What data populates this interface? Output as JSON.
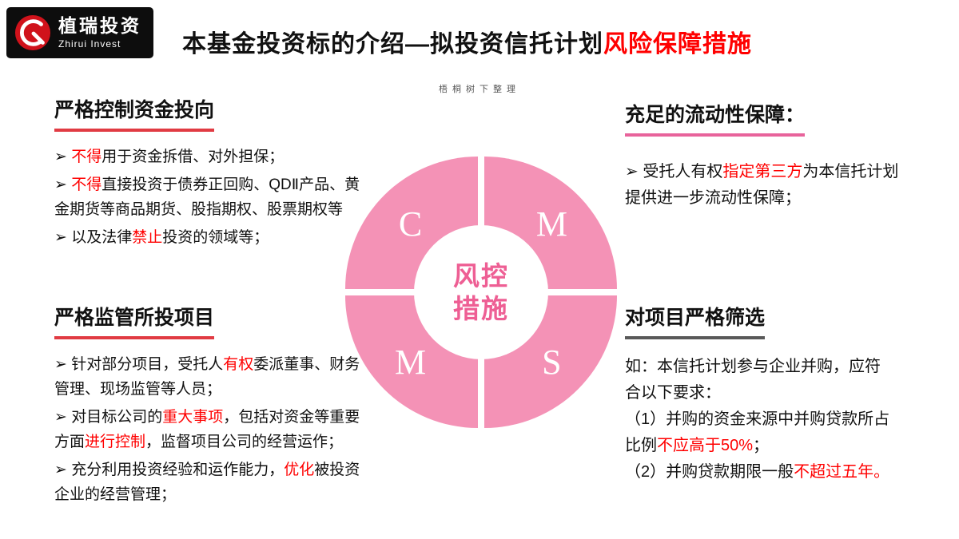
{
  "logo": {
    "name": "植瑞投资",
    "subtitle": "Zhirui Invest"
  },
  "title": {
    "main": "本基金投资标的介绍—拟投资信托计划",
    "highlight": "风险保障措施"
  },
  "watermark": "梧桐树下整理",
  "colors": {
    "quadrant_pink": "#f492b6",
    "center_label_pink": "#ee5f94",
    "emphasis_red": "#ff0000"
  },
  "left": {
    "section1": {
      "heading": "严格控制资金投向",
      "bullets": [
        [
          {
            "t": "➢ ",
            "r": false
          },
          {
            "t": "不得",
            "r": true
          },
          {
            "t": "用于资金拆借、对外担保；",
            "r": false
          }
        ],
        [
          {
            "t": "➢ ",
            "r": false
          },
          {
            "t": "不得",
            "r": true
          },
          {
            "t": "直接投资于债券正回购、QDⅡ产品、黄金期货等商品期货、股指期权、股票期权等",
            "r": false
          }
        ],
        [
          {
            "t": "➢ 以及法律",
            "r": false
          },
          {
            "t": "禁止",
            "r": true
          },
          {
            "t": "投资的领域等；",
            "r": false
          }
        ]
      ]
    },
    "section2": {
      "heading": "严格监管所投项目",
      "bullets": [
        [
          {
            "t": "➢ 针对部分项目，受托人",
            "r": false
          },
          {
            "t": "有权",
            "r": true
          },
          {
            "t": "委派董事、财务管理、现场监管等人员；",
            "r": false
          }
        ],
        [
          {
            "t": "➢ 对目标公司的",
            "r": false
          },
          {
            "t": "重大事项",
            "r": true
          },
          {
            "t": "，包括对资金等重要方面",
            "r": false
          },
          {
            "t": "进行控制",
            "r": true
          },
          {
            "t": "，监督项目公司的经营运作；",
            "r": false
          }
        ],
        [
          {
            "t": "➢ 充分利用投资经验和运作能力，",
            "r": false
          },
          {
            "t": "优化",
            "r": true
          },
          {
            "t": "被投资企业的经营管理；",
            "r": false
          }
        ]
      ]
    }
  },
  "diagram": {
    "quadrants": [
      "C",
      "M",
      "M",
      "S"
    ],
    "center": [
      "风控",
      "措施"
    ]
  },
  "right": {
    "section1": {
      "heading": "充足的流动性保障：",
      "bullets": [
        [
          {
            "t": "➢ 受托人有权",
            "r": false
          },
          {
            "t": "指定第三方",
            "r": true
          },
          {
            "t": "为本信托计划提供进一步流动性保障；",
            "r": false
          }
        ]
      ]
    },
    "section2": {
      "heading": "对项目严格筛选",
      "paragraph": [
        {
          "t": "如：本信托计划参与企业并购，应符合以下要求：\n",
          "r": false
        },
        {
          "t": "（1）并购的资金来源中并购贷款所占比例",
          "r": false
        },
        {
          "t": "不应高于50%",
          "r": true
        },
        {
          "t": "；\n",
          "r": false
        },
        {
          "t": "（2）并购贷款期限一般",
          "r": false
        },
        {
          "t": "不超过五年。",
          "r": true
        }
      ]
    }
  }
}
